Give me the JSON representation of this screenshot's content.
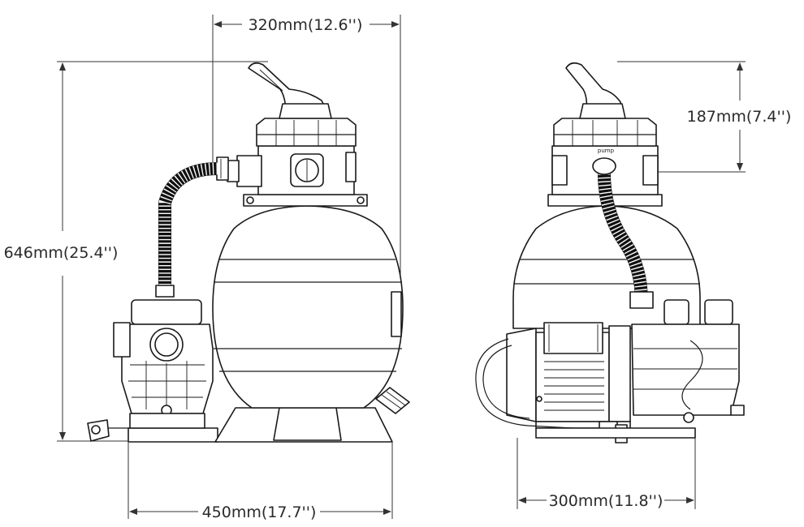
{
  "dimensions": {
    "top_width": "320mm(12.6'')",
    "left_height": "646mm(25.4'')",
    "bottom_left_width": "450mm(17.7'')",
    "right_valve_height": "187mm(7.4'')",
    "bottom_right_width": "300mm(11.8'')"
  },
  "labels": {
    "valve_tag": "pump"
  }
}
